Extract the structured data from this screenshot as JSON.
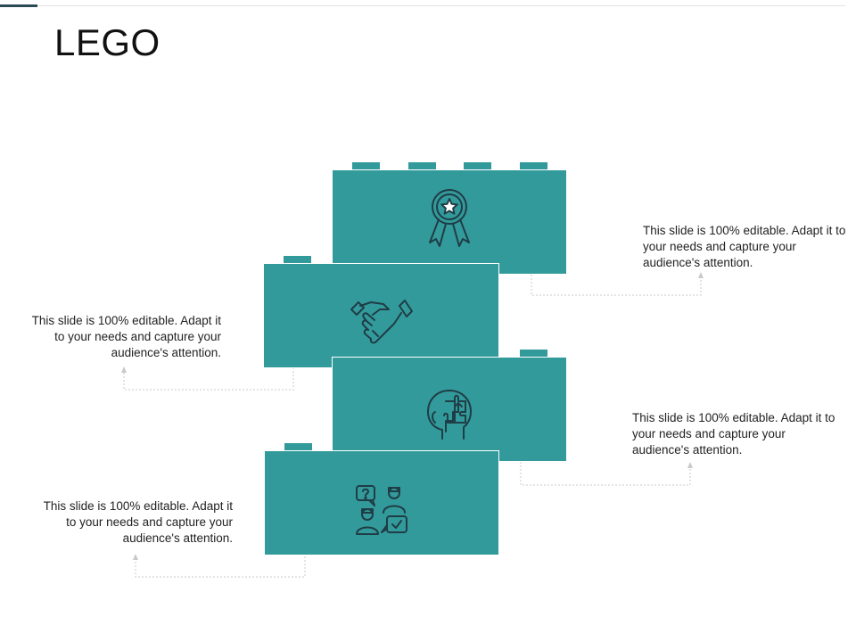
{
  "slide": {
    "title": "LEGO"
  },
  "colors": {
    "teal": "#339a9c",
    "accent": "#2b4a55",
    "icon_stroke": "#1f3d45",
    "connector": "#c9c9c9"
  },
  "bricks": [
    {
      "icon": "award-ribbon-icon"
    },
    {
      "icon": "handshake-icon"
    },
    {
      "icon": "head-puzzle-icon"
    },
    {
      "icon": "people-chat-icon"
    }
  ],
  "notes": [
    {
      "text": "This slide is 100% editable. Adapt it to your needs and capture your audience's attention."
    },
    {
      "text": "This slide is 100% editable. Adapt it to your needs and capture your audience's attention."
    },
    {
      "text": "This slide is 100% editable. Adapt it to your needs and capture your audience's attention."
    },
    {
      "text": "This slide is 100% editable. Adapt it to your needs and capture your audience's attention."
    }
  ]
}
